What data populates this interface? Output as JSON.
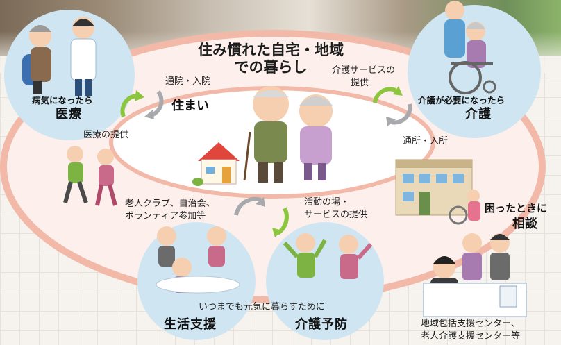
{
  "center": {
    "title_line1": "住み慣れた自宅・地域",
    "title_line2": "での暮らし",
    "home_label": "住まい"
  },
  "medical": {
    "caption": "病気になったら",
    "label": "医療"
  },
  "care": {
    "caption": "介護が必要になったら",
    "label": "介護"
  },
  "living_support": {
    "label": "生活支援"
  },
  "care_prevention": {
    "label": "介護予防"
  },
  "links": {
    "hospital_visit": "通院・入院",
    "medical_provision": "医療の提供",
    "care_service_provision_line1": "介護サービスの",
    "care_service_provision_line2": "提供",
    "facility_use": "通所・入所",
    "clubs_line1": "老人クラブ、自治会、",
    "clubs_line2": "ボランティア参加等",
    "activity_line1": "活動の場・",
    "activity_line2": "サービスの提供",
    "healthy_life": "いつまでも元気に暮らすために"
  },
  "consult": {
    "line1": "困ったときに",
    "line2": "相談",
    "center_line1": "地域包括支援センター、",
    "center_line2": "老人介護支援センター等"
  },
  "colors": {
    "ring": "#f2b8a8",
    "bubble": "#cfe6f2",
    "arrow_green": "#8cc63f",
    "arrow_gray": "#a7a9ac"
  }
}
